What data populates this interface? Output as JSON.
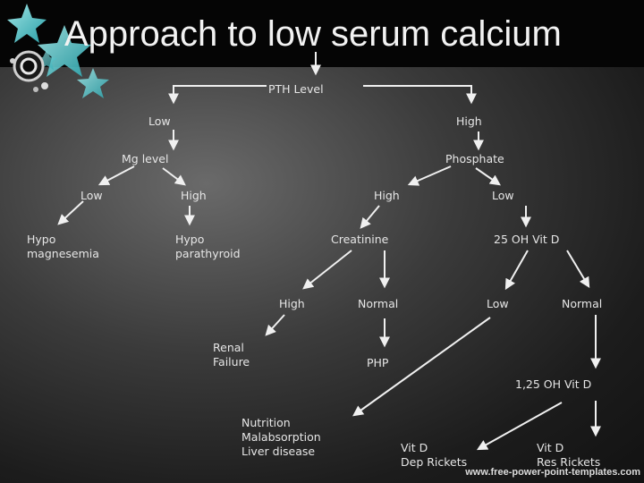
{
  "title": "Approach to low serum calcium",
  "nodes": {
    "pth": "PTH Level",
    "pth_low": "Low",
    "pth_high": "High",
    "mg_level": "Mg level",
    "phosphate": "Phosphate",
    "mg_low": "Low",
    "mg_high": "High",
    "phos_high": "High",
    "phos_low": "Low",
    "hypomagnesemia": "Hypo\nmagnesemia",
    "hypoparathyroid": "Hypo\nparathyroid",
    "creatinine": "Creatinine",
    "vitd25": "25 OH Vit D",
    "creat_high": "High",
    "creat_normal": "Normal",
    "vitd_low": "Low",
    "vitd_normal": "Normal",
    "renal_failure": "Renal\nFailure",
    "php": "PHP",
    "vitd125": "1,25 OH Vit D",
    "nutrition": "Nutrition\nMalabsorption\nLiver disease",
    "vitd_dep": "Vit D\nDep Rickets",
    "vitd_res": "Vit D\nRes Rickets"
  },
  "footer": "www.free-power-point-templates.com",
  "colors": {
    "text": "#e6e6e6",
    "line": "#f0f0f0",
    "accent": "#5fd3d6"
  }
}
